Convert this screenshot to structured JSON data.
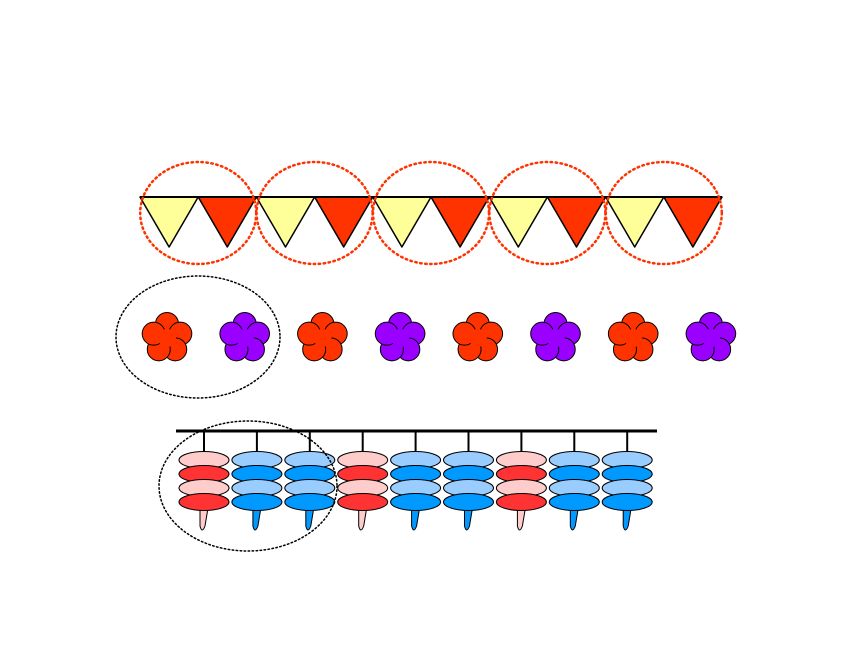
{
  "colors": {
    "background": "#ffffff",
    "flag_yellow": "#ffff99",
    "flag_red": "#ff3300",
    "flower_red": "#ff3300",
    "flower_purple": "#9900ff",
    "bead_pink": "#ffcccc",
    "bead_red": "#ff3333",
    "bead_light_blue": "#99ccff",
    "bead_blue": "#0099ff",
    "outline": "#000000",
    "group_circle_red": "#ff3300",
    "group_circle_black": "#000000"
  },
  "rows": {
    "flags": {
      "pattern": [
        "yellow",
        "red",
        "yellow",
        "red",
        "yellow",
        "red",
        "yellow",
        "red",
        "yellow",
        "red"
      ],
      "group_size": 2,
      "groups_circled": 5
    },
    "flowers": {
      "pattern": [
        "red",
        "purple",
        "red",
        "purple",
        "red",
        "purple",
        "red",
        "purple"
      ],
      "group_size": 2,
      "groups_circled": 1
    },
    "bead_strings": {
      "pattern": [
        "pink",
        "blue",
        "blue",
        "pink",
        "blue",
        "blue",
        "pink",
        "blue",
        "blue"
      ],
      "group_size": 3,
      "groups_circled": 1
    }
  }
}
